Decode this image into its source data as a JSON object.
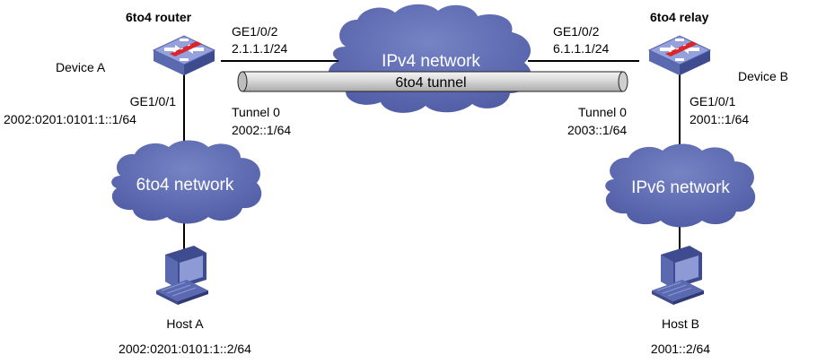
{
  "device_a": {
    "role": "6to4 router",
    "name": "Device A",
    "ge102_iface": "GE1/0/2",
    "ge102_ip": "2.1.1.1/24",
    "ge101_iface": "GE1/0/1",
    "ge101_ip": "2002:0201:0101:1::1/64",
    "tunnel_iface": "Tunnel 0",
    "tunnel_ip": "2002::1/64"
  },
  "device_b": {
    "role": "6to4 relay",
    "name": "Device B",
    "ge102_iface": "GE1/0/2",
    "ge102_ip": "6.1.1.1/24",
    "ge101_iface": "GE1/0/1",
    "ge101_ip": "2001::1/64",
    "tunnel_iface": "Tunnel 0",
    "tunnel_ip": "2003::1/64"
  },
  "networks": {
    "ipv4": "IPv4 network",
    "sixto4": "6to4 network",
    "ipv6": "IPv6 network"
  },
  "tunnel": {
    "label": "6to4 tunnel"
  },
  "host_a": {
    "name": "Host A",
    "ip": "2002:0201:0101:1::2/64"
  },
  "host_b": {
    "name": "Host B",
    "ip": "2001::2/64"
  },
  "colors": {
    "cloud": "#5f6db3",
    "router_top": "#8d9ad6",
    "router_side": "#5563a8",
    "tunnel": "#d8d8d8",
    "link": "#000000"
  }
}
